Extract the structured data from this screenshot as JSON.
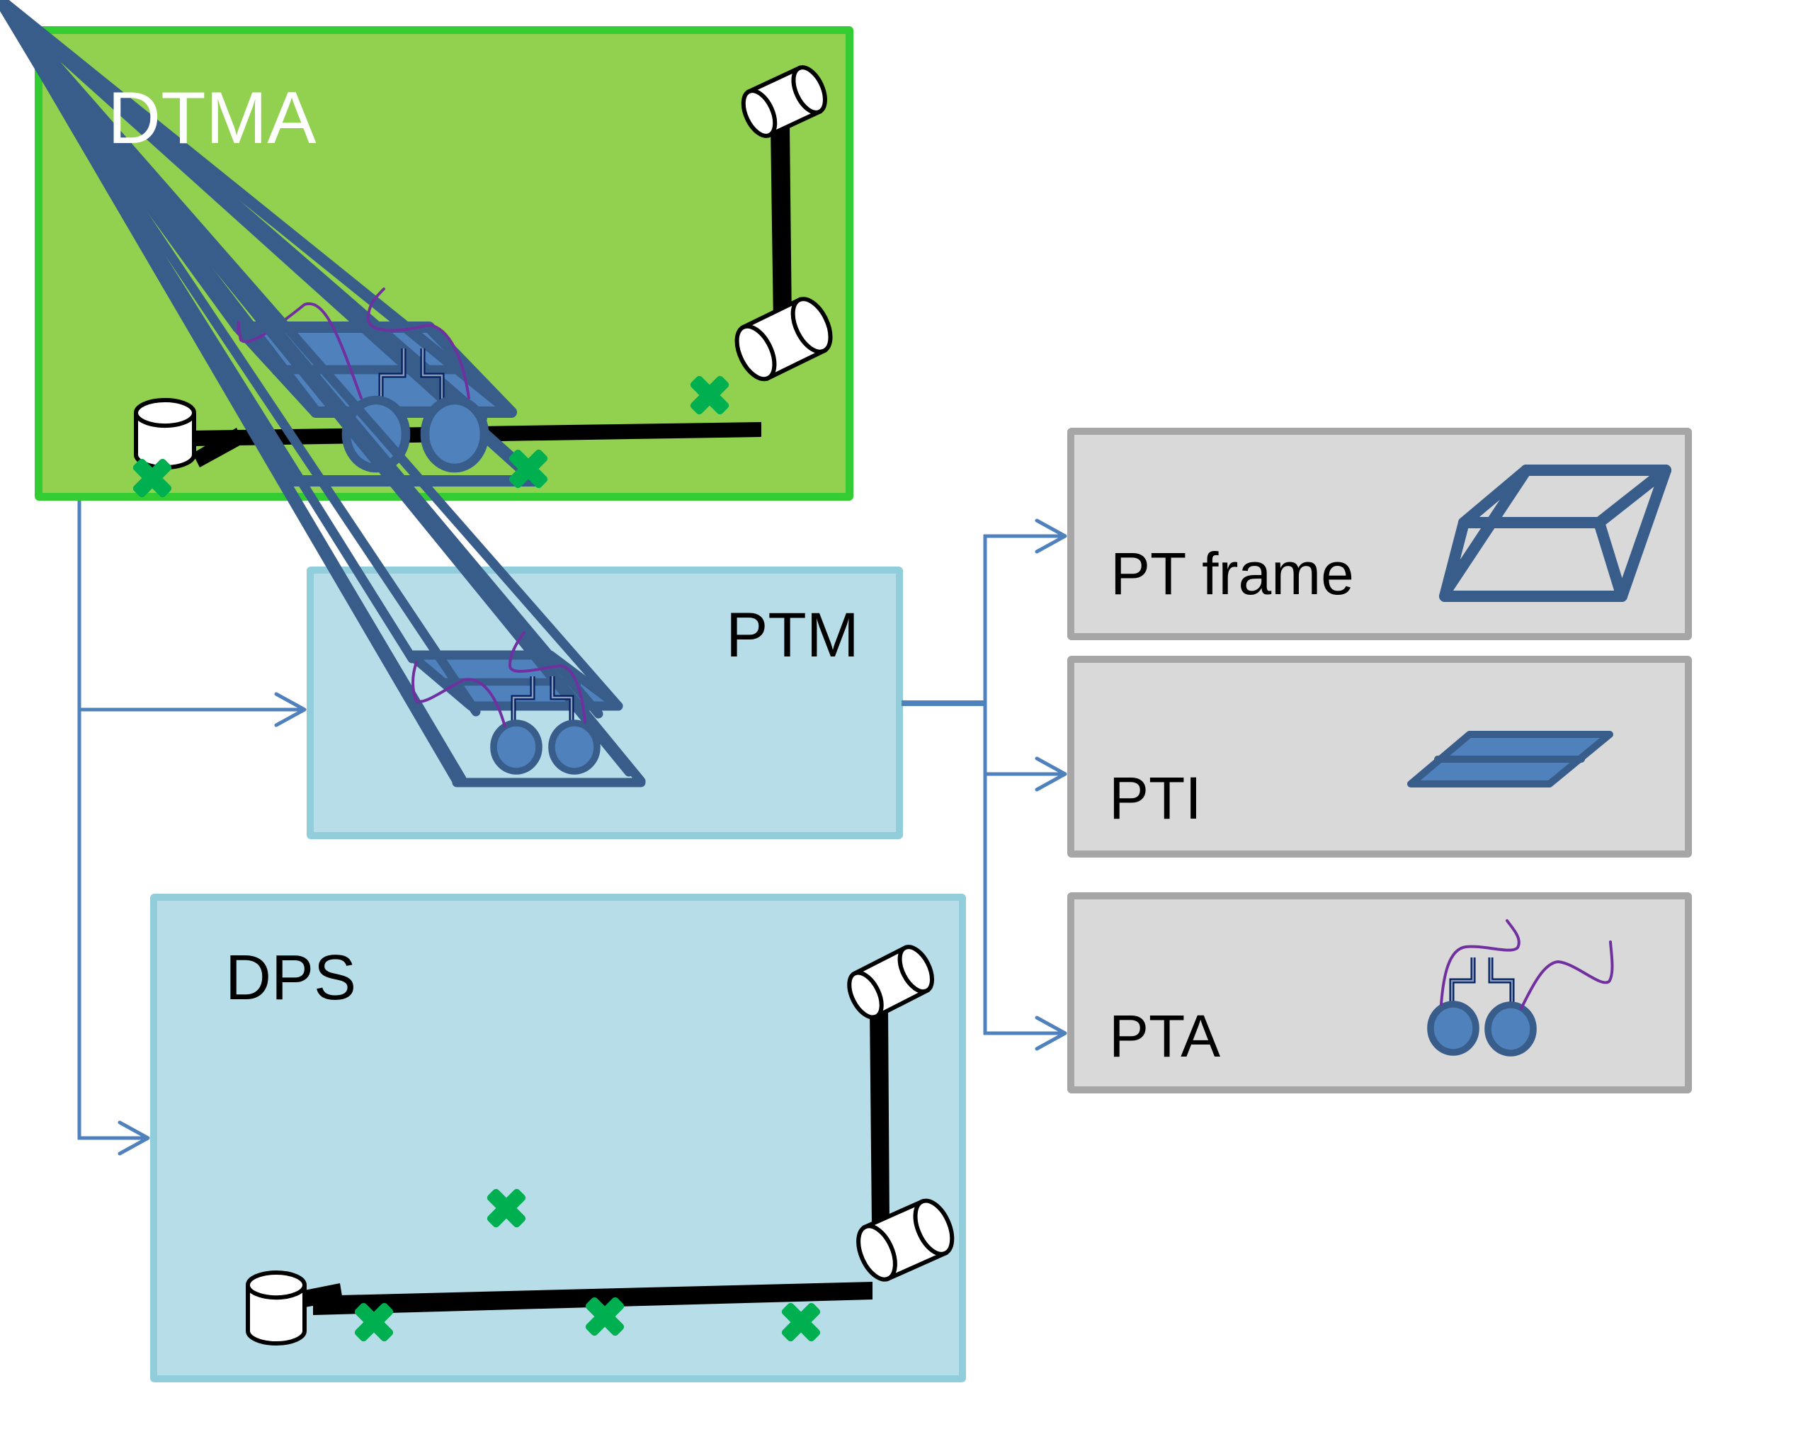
{
  "diagram": {
    "title": "",
    "nodes": {
      "dtma": {
        "label": "DTMA",
        "color": "#92d050",
        "border": "#33cc33"
      },
      "ptm": {
        "label": "PTM",
        "color": "#b7dde8",
        "border": "#92cddc"
      },
      "dps": {
        "label": "DPS",
        "color": "#b7dde8",
        "border": "#92cddc"
      },
      "pt_frame": {
        "label": "PT frame",
        "color": "#d9d9d9",
        "border": "#a6a6a6"
      },
      "pti": {
        "label": "PTI",
        "color": "#d9d9d9",
        "border": "#a6a6a6"
      },
      "pta": {
        "label": "PTA",
        "color": "#d9d9d9",
        "border": "#a6a6a6"
      }
    },
    "edges": [
      {
        "from": "DTMA",
        "to": "PTM"
      },
      {
        "from": "DTMA",
        "to": "DPS"
      },
      {
        "from": "PTM",
        "to": "PT frame"
      },
      {
        "from": "PTM",
        "to": "PTI"
      },
      {
        "from": "PTM",
        "to": "PTA"
      }
    ],
    "icons": {
      "dtma": [
        "robot-arm-icon",
        "rover-icon",
        "marker-x-icon"
      ],
      "ptm": [
        "rover-icon"
      ],
      "dps": [
        "robot-arm-icon",
        "marker-x-icon"
      ],
      "pt_frame": [
        "frame-icon"
      ],
      "pti": [
        "plate-icon"
      ],
      "pta": [
        "wheel-actuator-icon"
      ]
    },
    "colors": {
      "connector": "#4f81bd",
      "rover_frame": "#385d8a",
      "rover_fill": "#4f81bd",
      "wire": "#7030a0",
      "circuit": "#002060",
      "marker": "#00b050",
      "arm": "#000000"
    }
  }
}
